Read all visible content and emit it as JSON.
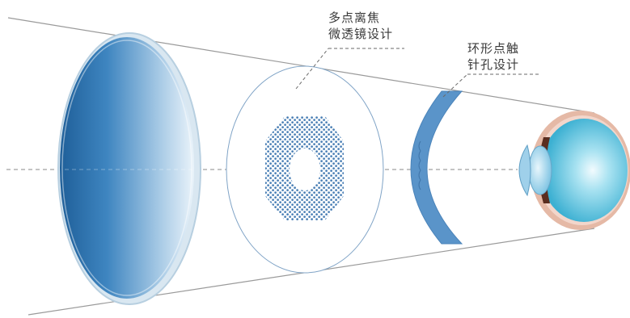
{
  "labels": {
    "multipoint_defocus": {
      "line1": "多点离焦",
      "line2": "微透镜设计"
    },
    "ring_pinhole": {
      "line1": "环形点触",
      "line2": "针孔设计"
    }
  },
  "colors": {
    "frame_line": "#9a9a9a",
    "axis_dash": "#8a8a8a",
    "lens_dark_blue": "#1f5f99",
    "lens_light": "#eaf3fa",
    "disc_outline": "#7fa3c6",
    "dot_pattern": "#4a7fb5",
    "crescent_blue": "#5a94c9",
    "eye_iris": "#4dbbd8",
    "eye_rim": "#e5b9a6",
    "text": "#3a3a3a"
  },
  "icons": {
    "lens": "lens-disc-icon",
    "microlens_disc": "microlens-disc-icon",
    "ring_crescent": "ring-crescent-icon",
    "eye": "eye-icon"
  }
}
